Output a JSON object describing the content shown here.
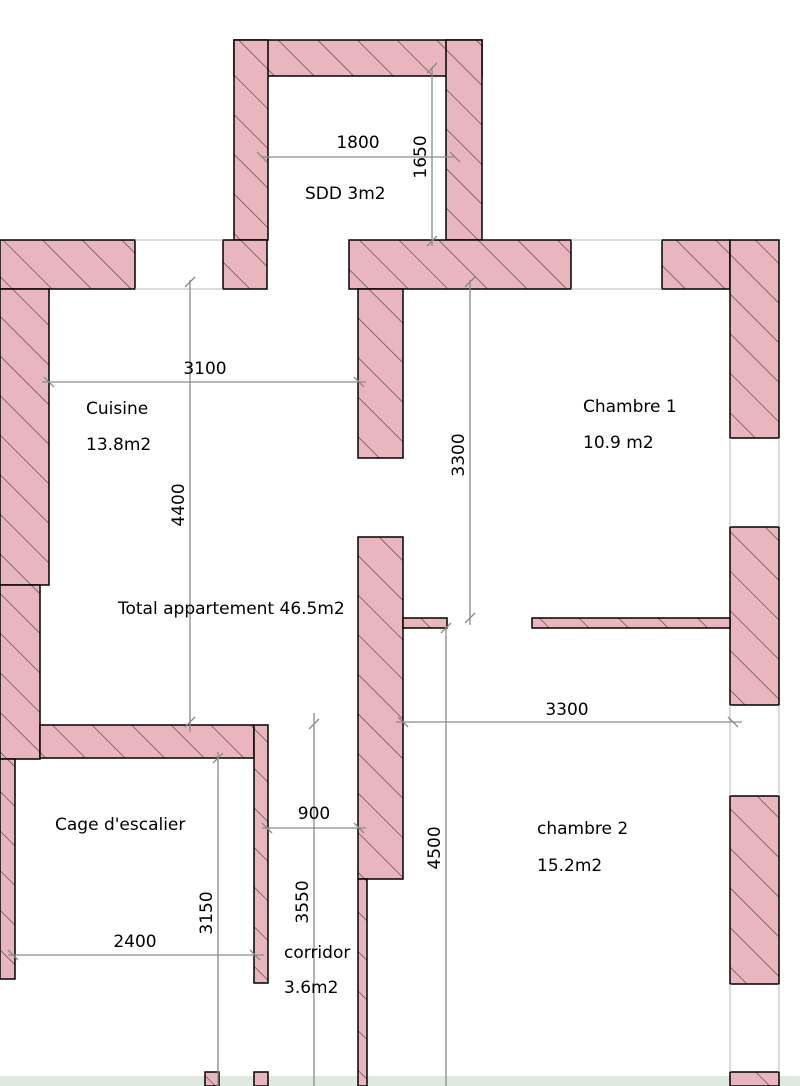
{
  "rooms": {
    "sdd": "SDD 3m2",
    "cuisine_name": "Cuisine",
    "cuisine_area": "13.8m2",
    "chambre1_name": "Chambre 1",
    "chambre1_area": "10.9 m2",
    "total": "Total appartement 46.5m2",
    "cage": "Cage d'escalier",
    "chambre2_name": "chambre 2",
    "chambre2_area": "15.2m2",
    "corridor_name": "corridor",
    "corridor_area": "3.6m2"
  },
  "dimensions": {
    "sdd_width": "1800",
    "sdd_height": "1650",
    "cuisine_width": "3100",
    "cuisine_height": "4400",
    "chambre1_height": "3300",
    "chambre2_width": "3300",
    "chambre2_height": "4500",
    "corridor_width": "900",
    "corridor_height": "3550",
    "cage_height": "3150",
    "cage_width": "2400"
  },
  "colors": {
    "wall_fill": "#e9b6bf",
    "wall_stroke": "#000000",
    "hatch": "#5a4a4e",
    "dimension_line": "#8a8a8a",
    "floor_strip": "#dfe9df"
  }
}
